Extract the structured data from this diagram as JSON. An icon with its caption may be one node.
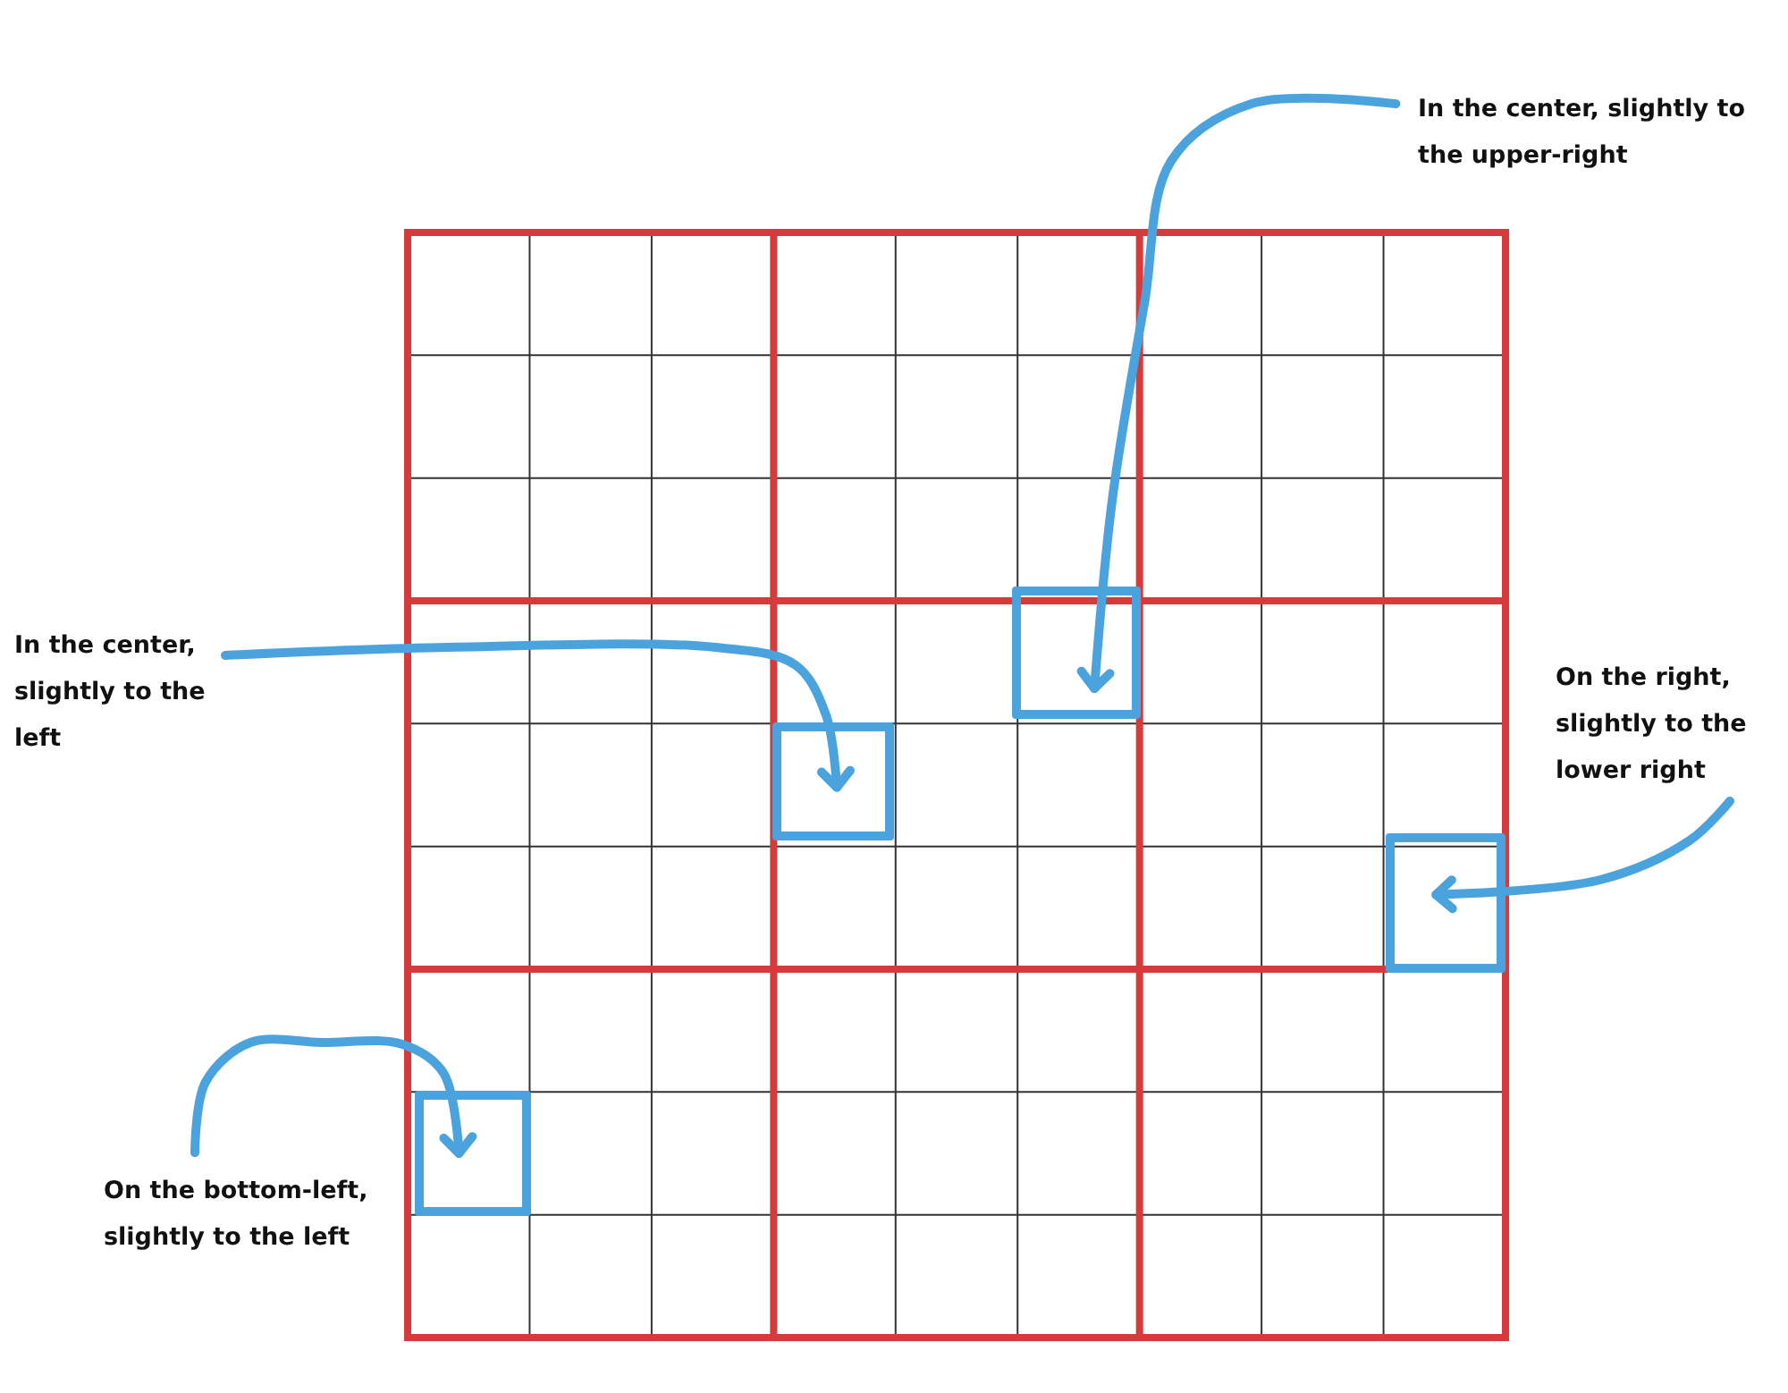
{
  "diagram": {
    "nodes": [
      {
        "text": [
          "In the center, slightly to the upper-right"
        ]
      },
      {
        "text": [
          "In the center, slightly to the left"
        ]
      },
      {
        "text": [
          "On the right, slightly to the lower right"
        ]
      },
      {
        "text": [
          "On the bottom-left, slightly to the left"
        ]
      },
      {
        "text": [],
        "shape": "box"
      },
      {
        "text": [],
        "shape": "box"
      },
      {
        "text": [],
        "shape": "box"
      },
      {
        "text": [],
        "shape": "box"
      }
    ],
    "edges": [
      {
        "from": 0,
        "to": 6,
        "arrow": "to"
      },
      {
        "from": 1,
        "to": 5,
        "arrow": "to"
      },
      {
        "from": 2,
        "to": 7,
        "arrow": "to"
      },
      {
        "from": 3,
        "to": 4,
        "arrow": "to"
      }
    ]
  }
}
